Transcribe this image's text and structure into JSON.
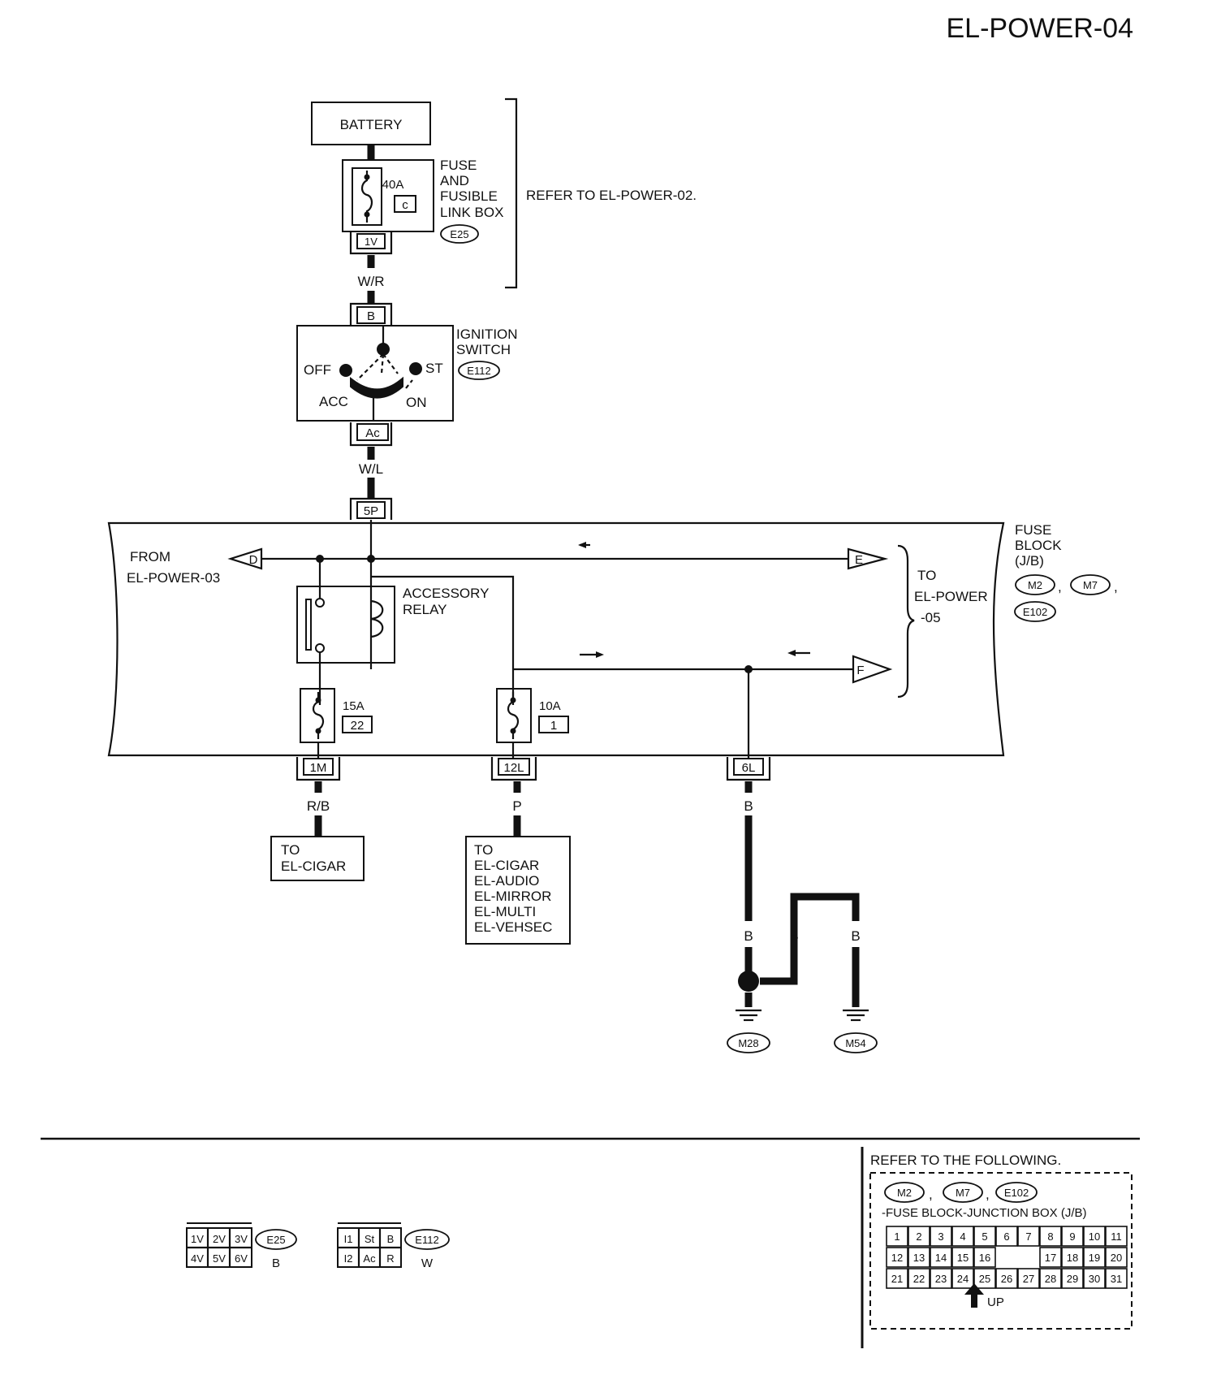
{
  "page_title": "EL-POWER-04",
  "battery": "BATTERY",
  "fusible_link": {
    "amp": "40A",
    "id": "c",
    "label_lines": [
      "FUSE",
      "AND",
      "FUSIBLE",
      "LINK BOX"
    ],
    "connector": "E25",
    "terminal": "1V"
  },
  "refer_note": "REFER TO EL-POWER-02.",
  "wires": {
    "wr": "W/R",
    "wl": "W/L",
    "rb": "R/B",
    "p": "P",
    "b": "B"
  },
  "ignition": {
    "label_lines": [
      "IGNITION",
      "SWITCH"
    ],
    "connector": "E112",
    "in_terminal": "B",
    "out_terminal": "Ac",
    "positions": {
      "off": "OFF",
      "acc": "ACC",
      "on": "ON",
      "st": "ST"
    }
  },
  "fuse_block": {
    "in_terminal": "5P",
    "label_lines": [
      "FUSE",
      "BLOCK",
      "(J/B)"
    ],
    "connectors": [
      "M2",
      "M7",
      "E102"
    ],
    "from_lines": [
      "FROM",
      "EL-POWER-03"
    ],
    "to_lines": [
      "TO",
      "EL-POWER",
      "-05"
    ],
    "arrow_d": "D",
    "arrow_e": "E",
    "arrow_f": "F",
    "relay_lines": [
      "ACCESSORY",
      "RELAY"
    ],
    "fuse1": {
      "amp": "15A",
      "num": "22",
      "terminal": "1M"
    },
    "fuse2": {
      "amp": "10A",
      "num": "1",
      "terminal": "12L"
    },
    "ground_terminal": "6L"
  },
  "destinations": {
    "cigar": [
      "TO",
      "EL-CIGAR"
    ],
    "multi": [
      "TO",
      "EL-CIGAR",
      "EL-AUDIO",
      "EL-MIRROR",
      "EL-MULTI",
      "EL-VEHSEC"
    ]
  },
  "grounds": [
    "M28",
    "M54"
  ],
  "comma": ",",
  "connector_views": {
    "e25": {
      "top": [
        "1V",
        "2V",
        "3V"
      ],
      "bottom": [
        "4V",
        "5V",
        "6V"
      ],
      "id": "E25",
      "color": "B"
    },
    "e112": {
      "top": [
        "I1",
        "St",
        "B"
      ],
      "bottom": [
        "I2",
        "Ac",
        "R"
      ],
      "id": "E112",
      "color": "W"
    }
  },
  "reference": {
    "heading": "REFER TO THE FOLLOWING.",
    "connectors": [
      "M2",
      "M7",
      "E102"
    ],
    "caption": "-FUSE BLOCK-JUNCTION BOX (J/B)",
    "rows": [
      [
        "1",
        "2",
        "3",
        "4",
        "5",
        "6",
        "7",
        "8",
        "9",
        "10",
        "11"
      ],
      [
        "12",
        "13",
        "14",
        "15",
        "16",
        "",
        "",
        "17",
        "18",
        "19",
        "20"
      ],
      [
        "21",
        "22",
        "23",
        "24",
        "25",
        "26",
        "27",
        "28",
        "29",
        "30",
        "31"
      ]
    ],
    "up": "UP"
  }
}
